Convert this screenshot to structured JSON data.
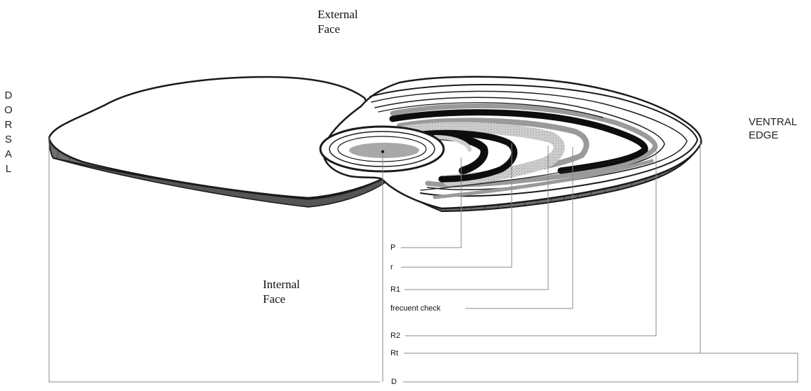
{
  "labels": {
    "external_face_line1": "External",
    "external_face_line2": "Face",
    "internal_face_line1": "Internal",
    "internal_face_line2": "Face",
    "dorsal_letters": [
      "D",
      "O",
      "R",
      "S",
      "A",
      "L"
    ],
    "ventral_line1": "VENTRAL",
    "ventral_line2": "EDGE"
  },
  "annotations": {
    "P": "P",
    "r": "r",
    "R1": "R1",
    "frecuent_check": "frecuent check",
    "R2": "R2",
    "Rt": "Rt",
    "D": "D"
  },
  "colors": {
    "outline": "#1a1a1a",
    "edge_fill": "#6f6f6f",
    "dark_band": "#0d0d0d",
    "light_band": "#cfcfcf",
    "mid_band": "#9a9a9a",
    "nucleus": "#a8a8a8",
    "leader": "#888888"
  }
}
